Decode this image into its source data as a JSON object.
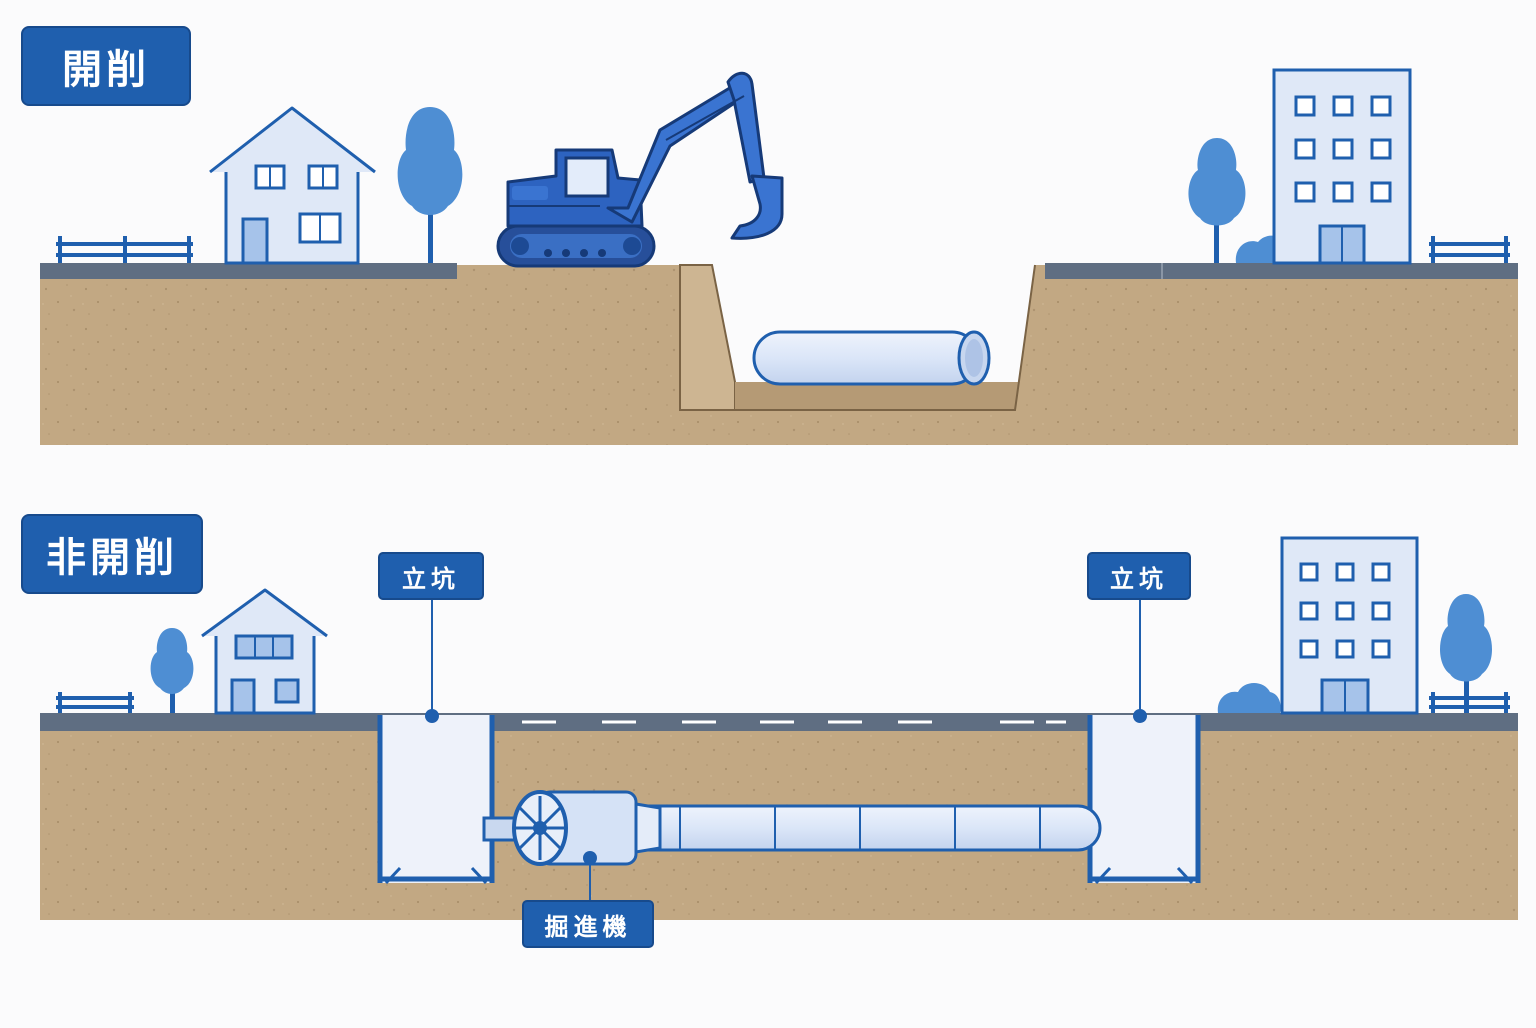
{
  "diagram": {
    "open_cut": {
      "title": "開削"
    },
    "trenchless": {
      "title": "非開削",
      "shaft_left_label": "立坑",
      "shaft_right_label": "立坑",
      "machine_label": "掘進機"
    },
    "colors": {
      "accent": "#1f5fae",
      "soil": "#c2a883",
      "road": "#5f6e82",
      "sky": "#fbfbfc",
      "building_fill": "#dfe8f7",
      "tree": "#4e8ed3",
      "pipe": "#dbe6f8"
    }
  }
}
